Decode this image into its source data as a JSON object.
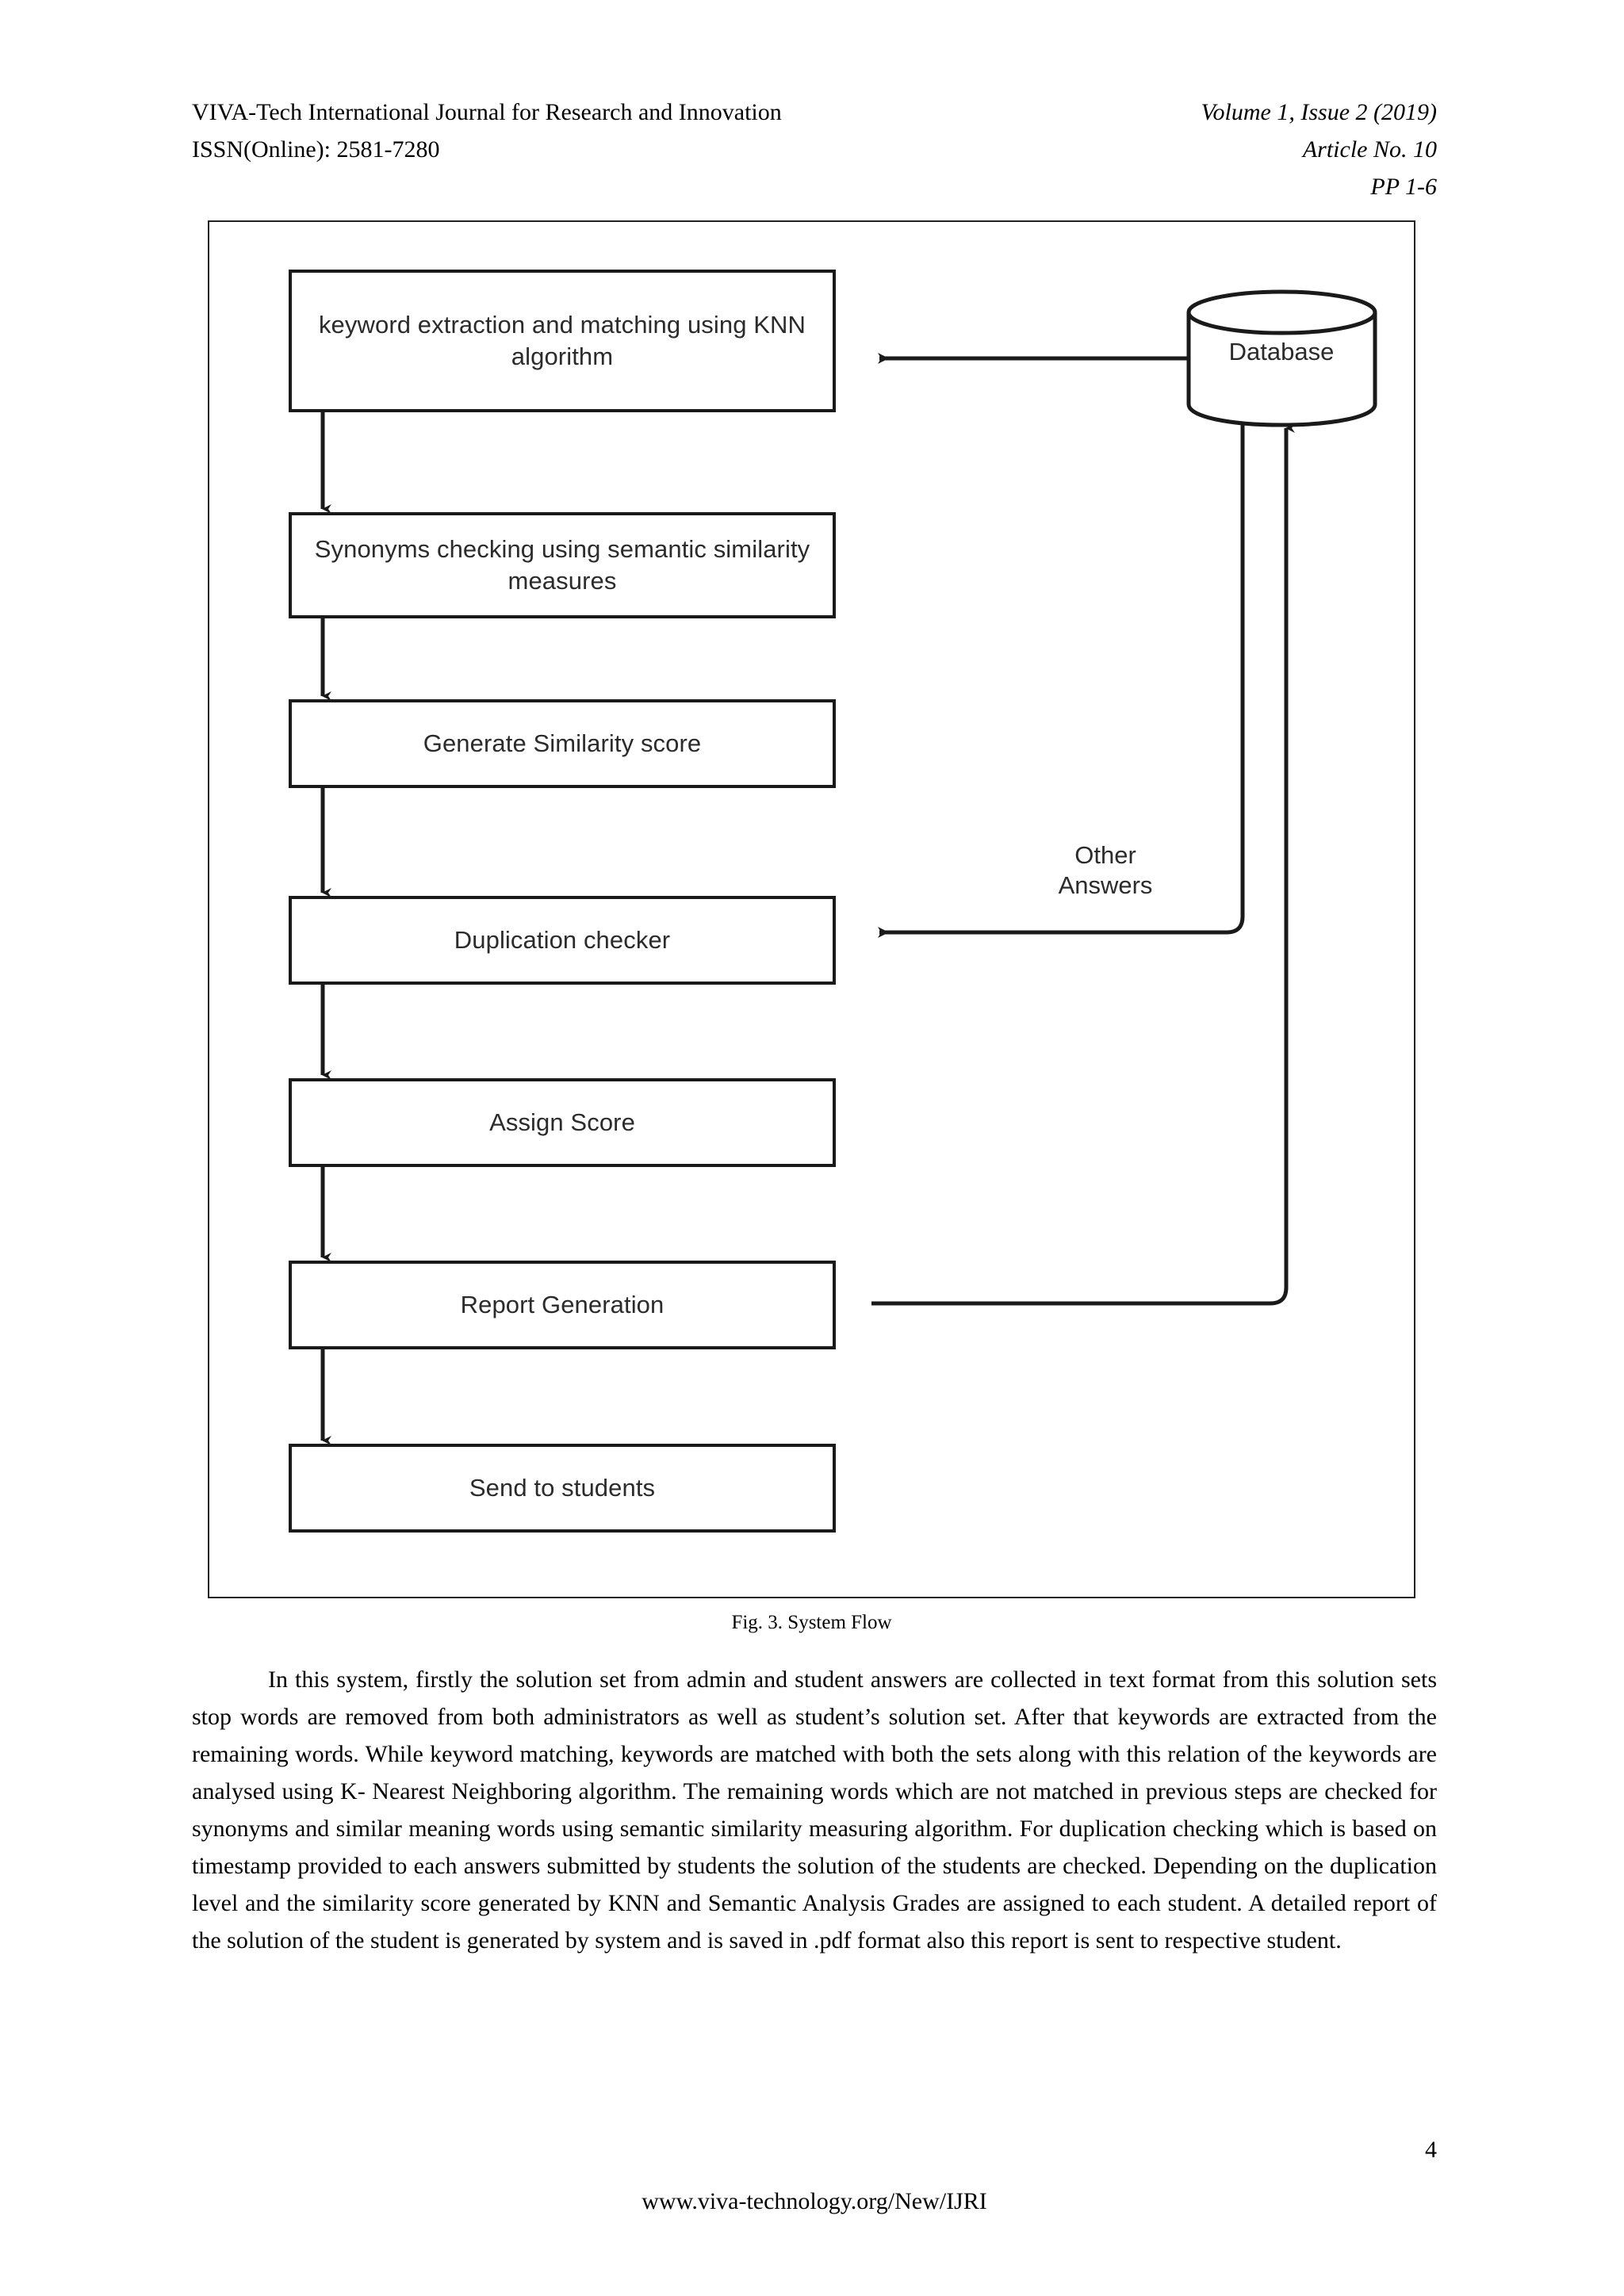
{
  "header": {
    "journal_name": "VIVA-Tech International Journal for Research and Innovation",
    "issn": "ISSN(Online): 2581-7280",
    "volume": "Volume 1, Issue 2 (2019)",
    "article_no": "Article No. 10",
    "pages": "PP 1-6"
  },
  "figure": {
    "caption": "Fig. 3. System Flow",
    "nodes": [
      {
        "id": "keyword",
        "label": "keyword extraction and matching using KNN algorithm",
        "shape": "rectangle"
      },
      {
        "id": "synonyms",
        "label": "Synonyms checking using semantic similarity measures",
        "shape": "rectangle"
      },
      {
        "id": "similarity",
        "label": "Generate Similarity score",
        "shape": "rectangle"
      },
      {
        "id": "duplication",
        "label": "Duplication checker",
        "shape": "rectangle"
      },
      {
        "id": "assign",
        "label": "Assign Score",
        "shape": "rectangle"
      },
      {
        "id": "report",
        "label": "Report Generation",
        "shape": "rectangle"
      },
      {
        "id": "send",
        "label": "Send to students",
        "shape": "rectangle"
      },
      {
        "id": "database",
        "label": "Database",
        "shape": "cylinder"
      }
    ],
    "edge_labels": {
      "other_answers": "Other\nAnswers",
      "other_answers_line1": "Other",
      "other_answers_line2": "Answers"
    },
    "edges": [
      {
        "from": "database",
        "to": "keyword",
        "label": ""
      },
      {
        "from": "keyword",
        "to": "synonyms",
        "label": ""
      },
      {
        "from": "synonyms",
        "to": "similarity",
        "label": ""
      },
      {
        "from": "similarity",
        "to": "duplication",
        "label": ""
      },
      {
        "from": "database",
        "to": "duplication",
        "label": "Other Answers"
      },
      {
        "from": "duplication",
        "to": "assign",
        "label": ""
      },
      {
        "from": "assign",
        "to": "report",
        "label": ""
      },
      {
        "from": "report",
        "to": "database",
        "label": ""
      },
      {
        "from": "report",
        "to": "send",
        "label": ""
      }
    ],
    "colors": {
      "stroke": "#1a1a1a",
      "fill": "#ffffff",
      "text": "#2b2b2b"
    }
  },
  "body": {
    "paragraph": "In this system, firstly the solution set from admin and student answers are collected in text format from this solution sets stop words are removed from both administrators as well as student’s solution set. After that keywords are extracted from the remaining words. While keyword matching, keywords are matched with both the sets along with this relation of the keywords are analysed using K- Nearest Neighboring algorithm. The remaining words which are not matched in previous steps are checked for synonyms and similar meaning words using semantic similarity measuring algorithm. For duplication checking which is based on timestamp provided to each answers submitted by students the solution of the students are checked. Depending on the duplication level and the similarity score generated by KNN and Semantic Analysis Grades are assigned to each student. A detailed report of the solution of the student is generated by system and is saved in .pdf format also this report is sent to respective student."
  },
  "footer": {
    "page_number": "4",
    "url": "www.viva-technology.org/New/IJRI"
  }
}
